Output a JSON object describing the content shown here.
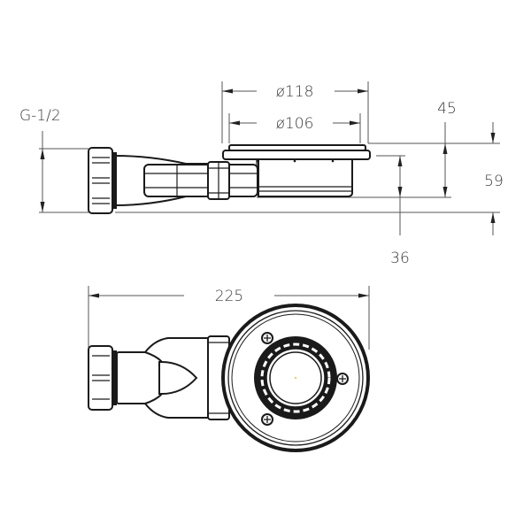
{
  "drawing": {
    "title": "Shower tray drain technical drawing",
    "views": [
      "side-view",
      "top-view"
    ],
    "colors": {
      "line": "#1a1a1a",
      "dimension": "#555555",
      "text": "#3a3a3a",
      "background": "#ffffff"
    }
  },
  "dimensions": {
    "outer_diameter": "ø118",
    "inner_diameter": "ø106",
    "thread": "G-1/2",
    "height_total": "59",
    "height_top": "45",
    "outlet_height": "36",
    "overall_length": "225"
  }
}
